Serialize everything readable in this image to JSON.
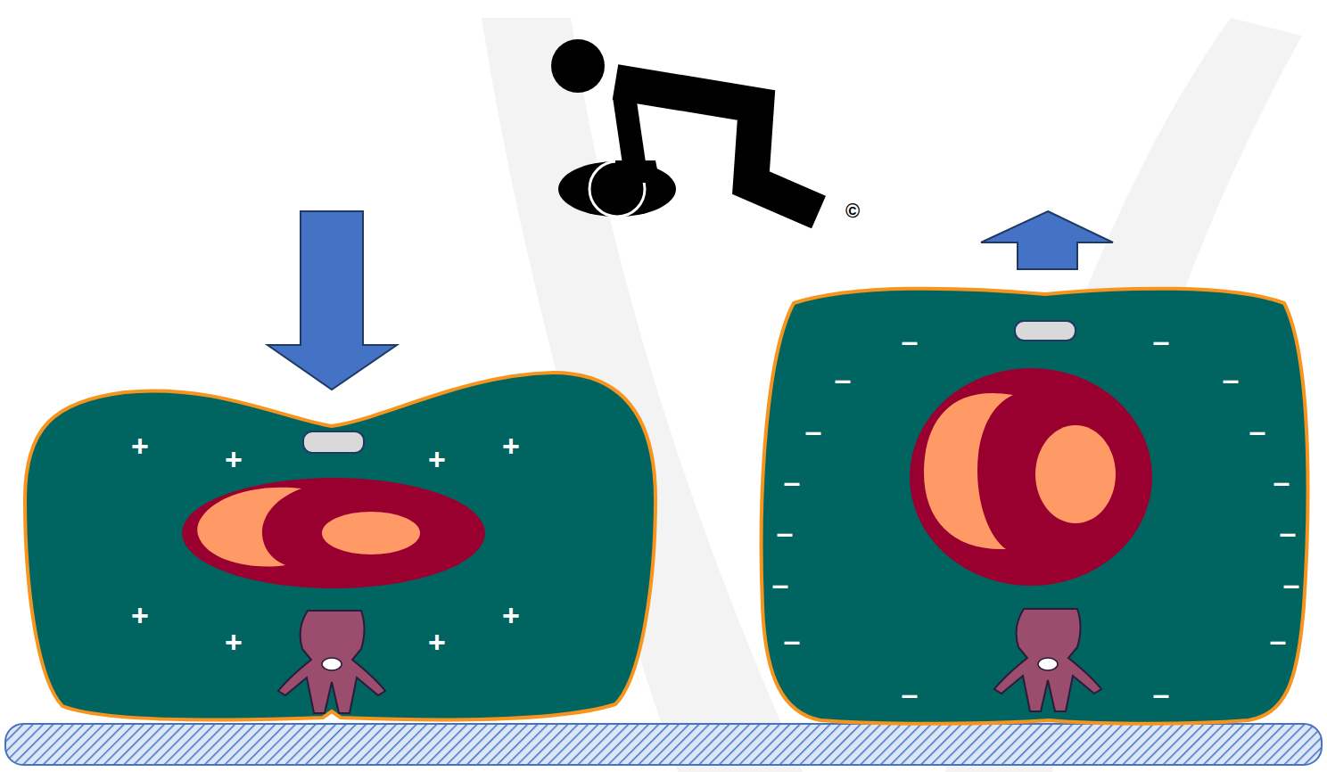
{
  "diagram": {
    "labels": [
      "©",
      "+",
      "+",
      "+",
      "+",
      "+",
      "+",
      "+",
      "+",
      "–",
      "–",
      "–",
      "–",
      "–",
      "–",
      "–",
      "–",
      "–",
      "–",
      "–",
      "–",
      "–",
      "–",
      "–",
      "–"
    ]
  }
}
